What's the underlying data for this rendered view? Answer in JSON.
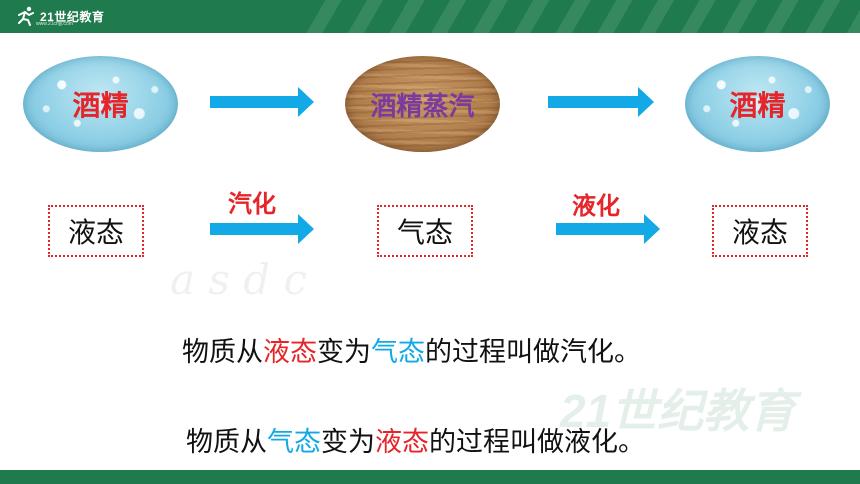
{
  "header": {
    "brand": "21世纪教育",
    "site": "www.21cnjy.com",
    "color": "#1f7a4d"
  },
  "diagram": {
    "top_row": {
      "left": "酒精",
      "middle": "酒精蒸汽",
      "right": "酒精"
    },
    "bottom_row": {
      "left": "液态",
      "middle": "气态",
      "right": "液态"
    },
    "arrow_labels": {
      "first": "汽化",
      "second": "液化"
    }
  },
  "sentences": {
    "s1": {
      "a": "物质从",
      "b": "液态",
      "c": "变为",
      "d": "气态",
      "e": "的过程叫做汽化。"
    },
    "s2": {
      "a": "物质从",
      "b": "气态",
      "c": "变为",
      "d": "液态",
      "e": "的过程叫做液化。"
    }
  },
  "colors": {
    "red": "#e5252a",
    "blue": "#13a9e6",
    "purple": "#7a3a9e"
  }
}
